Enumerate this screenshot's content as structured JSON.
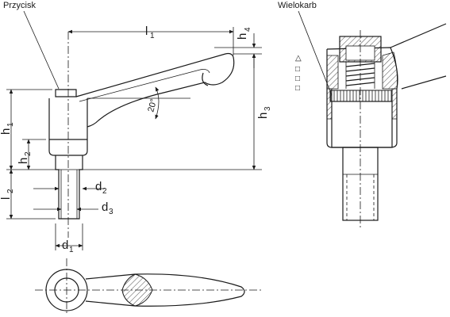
{
  "labels": {
    "push_button": "Przycisk",
    "serration": "Wielokarb",
    "l1": "l",
    "l1_sub": "1",
    "h1": "h",
    "h1_sub": "1",
    "h2": "h",
    "h2_sub": "2",
    "h3": "h",
    "h3_sub": "3",
    "h4": "h",
    "h4_sub": "4",
    "l2": "l",
    "l2_sub": "2",
    "d1": "d",
    "d1_sub": "1",
    "d2": "d",
    "d2_sub": "2",
    "d3": "d",
    "d3_sub": "3",
    "angle": "20°"
  },
  "legend_glyphs": [
    "△",
    "□",
    "□",
    "□"
  ]
}
